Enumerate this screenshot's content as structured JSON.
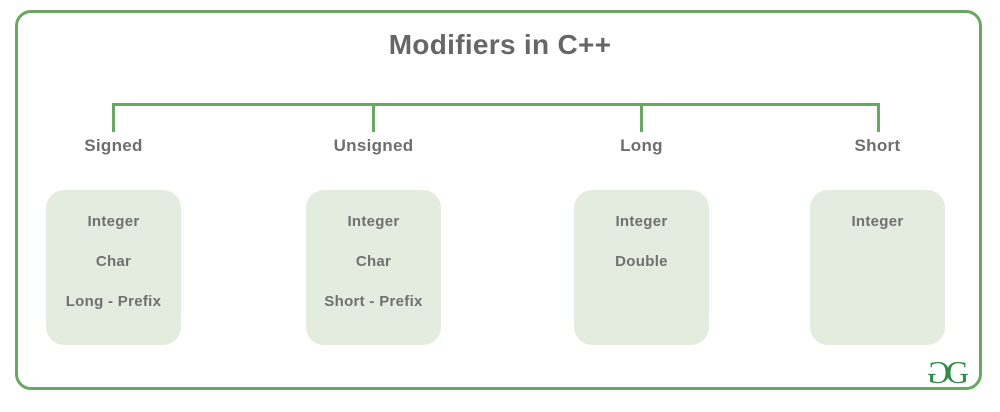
{
  "title": "Modifiers in C++",
  "branches": [
    {
      "label": "Signed",
      "items": [
        "Integer",
        "Char",
        "Long - Prefix"
      ]
    },
    {
      "label": "Unsigned",
      "items": [
        "Integer",
        "Char",
        "Short - Prefix"
      ]
    },
    {
      "label": "Long",
      "items": [
        "Integer",
        "Double"
      ]
    },
    {
      "label": "Short",
      "items": [
        "Integer"
      ]
    }
  ],
  "logo": {
    "name": "geeksforgeeks-logo",
    "left_glyph": "G",
    "right_glyph": "G"
  },
  "colors": {
    "line_green": "#6aa764",
    "box_fill": "#e4ecdf",
    "title_gray": "#666666",
    "text_gray": "#707070",
    "logo_green": "#2f8d46"
  }
}
